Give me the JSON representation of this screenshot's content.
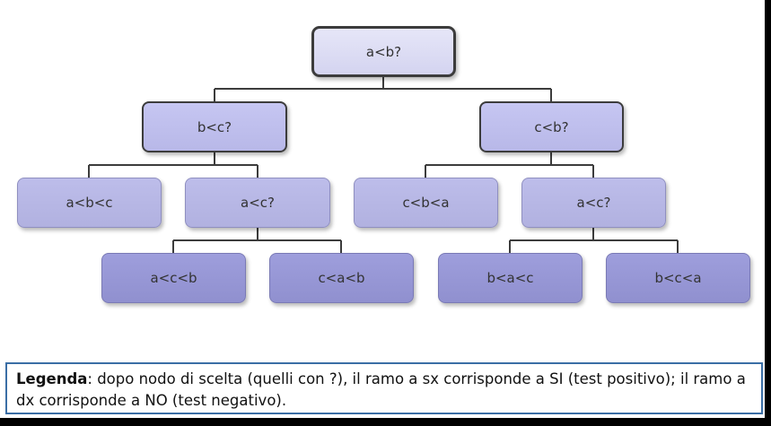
{
  "diagram": {
    "nodes": {
      "root": "a<b?",
      "left": "b<c?",
      "right": "c<b?",
      "left_leaf": "a<b<c",
      "left_decision": "a<c?",
      "right_leaf": "c<b<a",
      "right_decision": "a<c?",
      "ll_yes": "a<c<b",
      "ll_no": "c<a<b",
      "rr_yes": "b<a<c",
      "rr_no": "b<c<a"
    }
  },
  "legend": {
    "title": "Legenda",
    "text": ": dopo nodo di scelta (quelli con ?), il ramo a sx corrisponde a SI (test positivo); il ramo a dx corrisponde a NO (test negativo)."
  },
  "colors": {
    "edge": "#3c3c3c",
    "legend_border": "#3a6ea5"
  }
}
